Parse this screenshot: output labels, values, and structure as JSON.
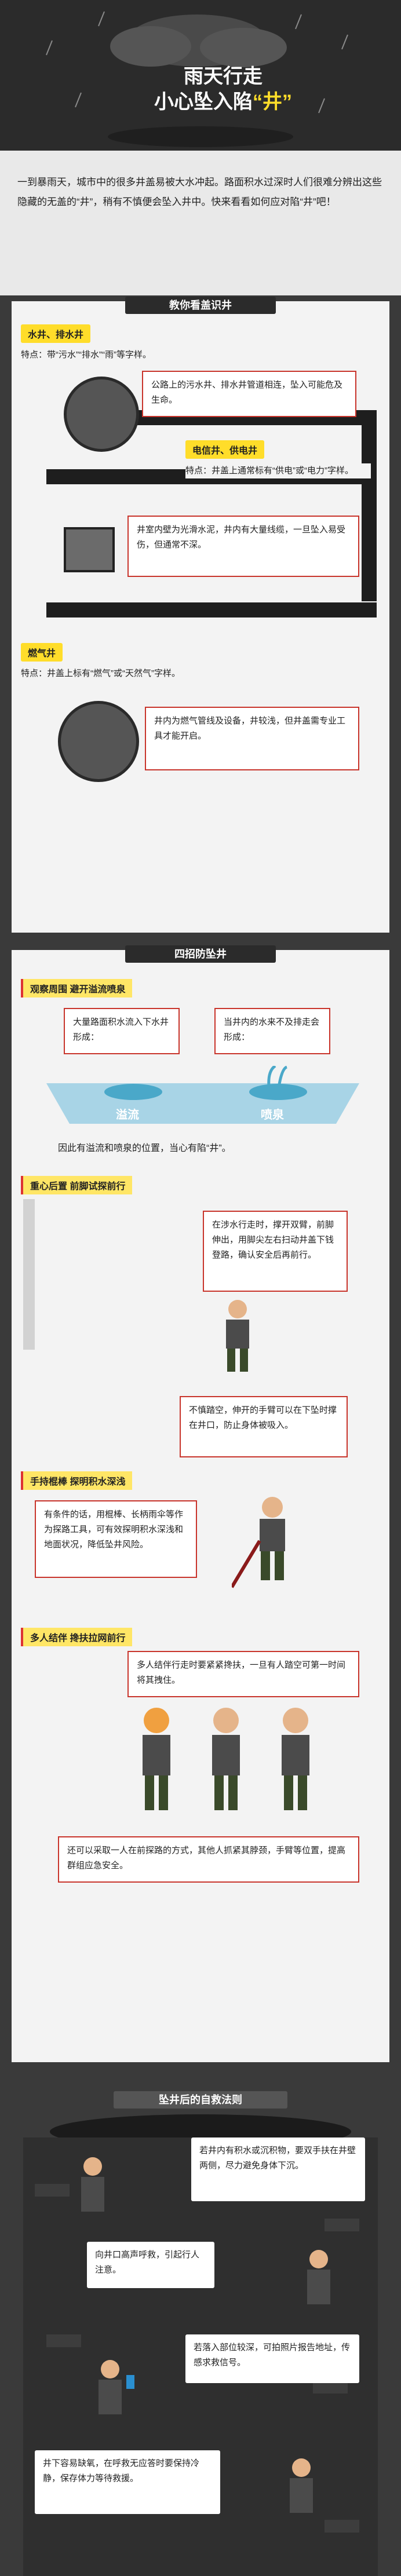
{
  "hero": {
    "title_line1": "雨天行走",
    "title_line2": "小心坠入陷",
    "title_quote": "“井”"
  },
  "intro": {
    "text": "一到暴雨天，城市中的很多井盖易被大水冲起。路面积水过深时人们很难分辨出这些隐藏的无盖的“井”，稍有不慎便会坠入井中。快来看看如何应对陷“井”吧！"
  },
  "section1": {
    "banner": "教你看盖识井",
    "tag1": "水井、排水井",
    "tag1_desc": "特点：带“污水”“排水”“雨”等字样。",
    "card1": "公路上的污水井、排水井管道相连，坠入可能危及生命。",
    "tag2": "电信井、供电井",
    "tag2_desc": "特点：井盖上通常标有“供电”或“电力”字样。",
    "card2": "井室内壁为光滑水泥，井内有大量线缆，一旦坠入易受伤，但通常不深。",
    "tag3": "燃气井",
    "tag3_desc": "特点：井盖上标有“燃气”或“天然气”字样。",
    "card3": "井内为燃气管线及设备，井较浅，但井盖需专业工具才能开启。"
  },
  "section2": {
    "banner": "四招防坠井",
    "tag1": "观察周围 避开溢流喷泉",
    "card_left": "大量路面积水流入下水井形成：",
    "card_right": "当井内的水来不及排走会形成：",
    "label_left": "溢流",
    "label_right": "喷泉",
    "note1": "因此有溢流和喷泉的位置，当心有陷“井”。",
    "tag2": "重心后置 前脚试探前行",
    "card2a": "在涉水行走时，撑开双臂，前脚伸出，用脚尖左右扫动井盖下钱登路，确认安全后再前行。",
    "card2b": "不慎踏空，伸开的手臂可以在下坠时撑在井口，防止身体被吸入。",
    "tag3": "手持棍棒 探明积水深浅",
    "card3": "有条件的话，用棍棒、长柄雨伞等作为探路工具，可有效探明积水深浅和地面状况，降低坠井风险。",
    "tag4": "多人结伴 搀扶拉网前行",
    "card4a": "多人结伴行走时要紧紧搀扶，一旦有人踏空可第一时间将其拽住。",
    "card4b": "还可以采取一人在前探路的方式，其他人抓紧其脖颈，手臂等位置，提高群组应急安全。"
  },
  "section3": {
    "banner": "坠井后的自救法则",
    "card1": "若井内有积水或沉积物，要双手扶在井壁两侧，尽力避免身体下沉。",
    "card2": "向井口高声呼救，引起行人注意。",
    "card3": "若落入部位较深，可拍照片报告地址，传感求救信号。",
    "card4": "井下容易缺氧，在呼救无应答时要保持冷静，保存体力等待救援。"
  },
  "colors": {
    "accent": "#ffdd2a",
    "alert": "#c8342b",
    "dark": "#2b2b2b",
    "water": "#a8d4e6"
  }
}
